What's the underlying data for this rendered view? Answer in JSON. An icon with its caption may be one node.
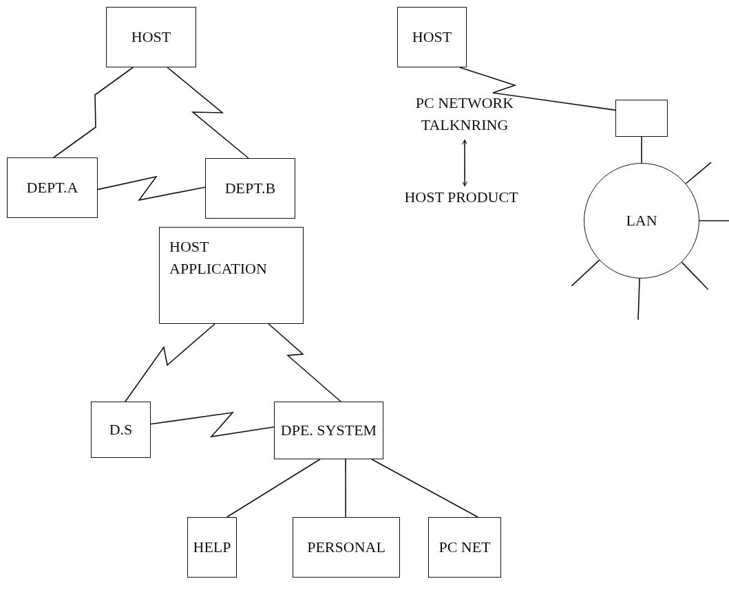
{
  "diagram": {
    "nodes": [
      {
        "text": [
          "HOST"
        ]
      },
      {
        "text": [
          "DEPT.A"
        ]
      },
      {
        "text": [
          "DEPT.B"
        ]
      },
      {
        "text": [
          "HOST"
        ]
      },
      {
        "text": [],
        "shape": "box"
      },
      {
        "text": [
          "PC NETWORK TALKNRING"
        ]
      },
      {
        "text": [
          "HOST PRODUCT"
        ]
      },
      {
        "text": [
          "LAN"
        ]
      },
      {
        "text": [
          "HOST APPLICATION"
        ]
      },
      {
        "text": [
          "D.S"
        ]
      },
      {
        "text": [
          "DPE. SYSTEM"
        ]
      },
      {
        "text": [
          "HELP"
        ]
      },
      {
        "text": [
          "PERSONAL"
        ]
      },
      {
        "text": [
          "PC NET"
        ]
      }
    ],
    "edges": [
      {
        "from": 0,
        "to": 1,
        "arrow": "none"
      },
      {
        "from": 0,
        "to": 2,
        "arrow": "none"
      },
      {
        "from": 1,
        "to": 2,
        "arrow": "none"
      },
      {
        "from": 3,
        "to": 4,
        "arrow": "none"
      },
      {
        "from": 5,
        "to": 6,
        "arrow": "both"
      },
      {
        "from": 4,
        "to": 7,
        "arrow": "none"
      },
      {
        "from": 7,
        "to": null,
        "arrow": "none"
      },
      {
        "from": 7,
        "to": null,
        "arrow": "none"
      },
      {
        "from": 7,
        "to": null,
        "arrow": "none"
      },
      {
        "from": 7,
        "to": null,
        "arrow": "none"
      },
      {
        "from": 7,
        "to": null,
        "arrow": "none"
      },
      {
        "from": 8,
        "to": 9,
        "arrow": "none"
      },
      {
        "from": 8,
        "to": 10,
        "arrow": "none"
      },
      {
        "from": 9,
        "to": 10,
        "arrow": "none"
      },
      {
        "from": 10,
        "to": 11,
        "arrow": "none"
      },
      {
        "from": 10,
        "to": 12,
        "arrow": "none"
      },
      {
        "from": 10,
        "to": 13,
        "arrow": "none"
      }
    ]
  }
}
